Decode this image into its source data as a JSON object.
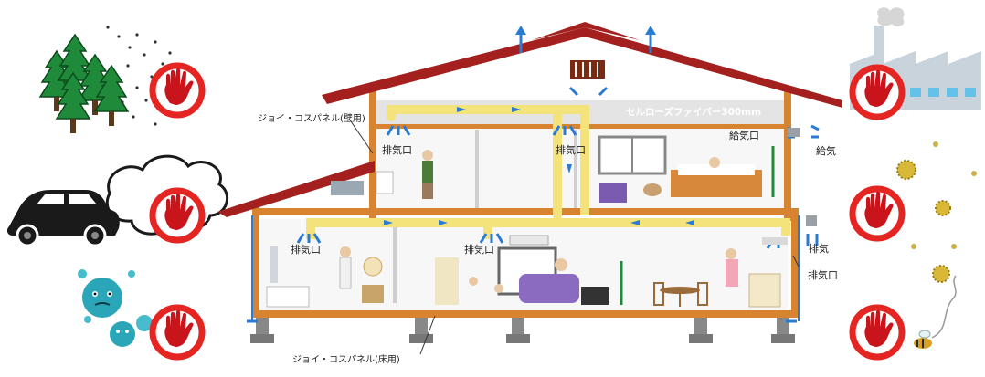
{
  "labels": {
    "wall_panel": "ジョイ・コスパネル(壁用)",
    "floor_panel": "ジョイ・コスパネル(床用)",
    "cellulose": "セルローズファイバー300mm",
    "exhaust_2f_left": "排気口",
    "exhaust_2f_mid": "排気口",
    "supply_port": "給気口",
    "supply_air": "給気",
    "exhaust_1f_left": "排気口",
    "exhaust_1f_mid": "排気口",
    "exhaust_air": "排気",
    "exhaust_1f_right": "排気口"
  },
  "colors": {
    "roof": "#a3201f",
    "frame": "#d8832f",
    "duct": "#f4e27a",
    "airflow": "#2a7bd3",
    "stop_sign": "#e52521",
    "stop_hand": "#c8141a",
    "tree": "#1f8a3a",
    "factory": "#c9d3dc",
    "car": "#1a1a1a"
  },
  "icons": [
    "forest-icon",
    "car-exhaust-icon",
    "mold-virus-icon",
    "factory-icon",
    "pollen-icon",
    "insect-icon",
    "stop-hand-icon"
  ]
}
